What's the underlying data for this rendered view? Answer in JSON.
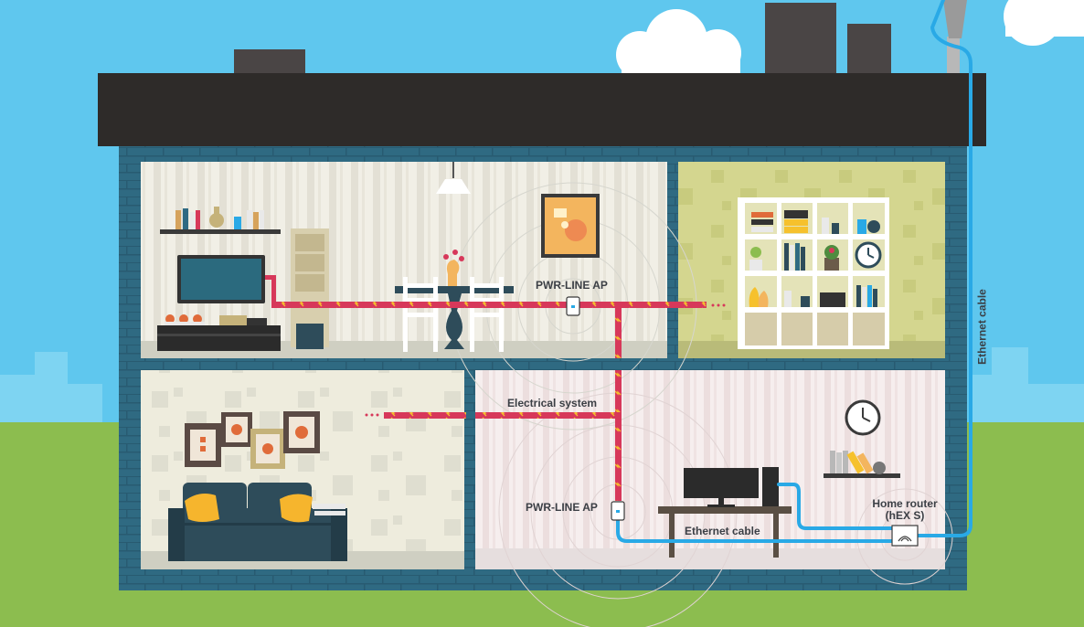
{
  "labels": {
    "pwr_line_ap_top": "PWR-LINE AP",
    "pwr_line_ap_bottom": "PWR-LINE AP",
    "electrical_system": "Electrical system",
    "ethernet_cable_desk": "Ethernet cable",
    "ethernet_cable_vertical": "Ethernet cable",
    "home_router_line1": "Home router",
    "home_router_line2": "(hEX S)"
  },
  "colors": {
    "sky": "#5fc7ee",
    "grass": "#8cbd4f",
    "roof": "#2e2b29",
    "wall_brick": "#2f6a82",
    "electrical_line": "#d7385a",
    "ethernet_line": "#29a9e6"
  }
}
